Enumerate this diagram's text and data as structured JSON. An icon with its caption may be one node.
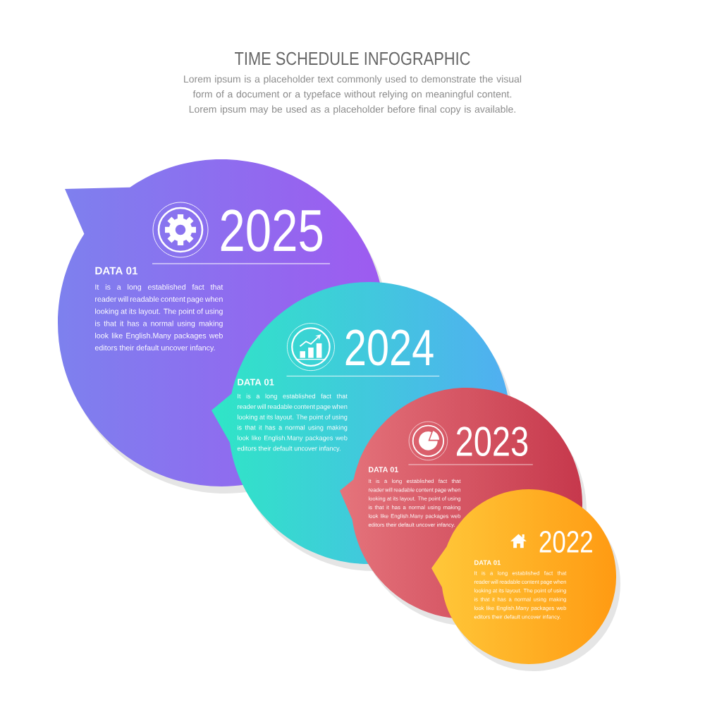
{
  "diagram": {
    "title": "TIME SCHEDULE INFOGRAPHIC",
    "nodes": [
      {
        "text": [
          "2025",
          "DATA 01",
          "It is a long established fact that reader will readable content page when looking at its layout. The point of using is that it has a normal using making look like English.Many packages web editors their default uncover infancy."
        ]
      },
      {
        "text": [
          "2024",
          "DATA 01",
          "It is a long established fact that reader will readable content page when looking at its layout. The point of using is that it has a normal using making look like English.Many packages web editors their default uncover infancy."
        ]
      },
      {
        "text": [
          "2023",
          "DATA 01",
          "It is a long established fact that reader will readable content page when looking at its layout. The point of using is that it has a normal using making look like English.Many packages web editors their default uncover infancy."
        ]
      },
      {
        "text": [
          "2022",
          "DATA 01",
          "It is a long established fact that reader will readable content page when looking at its layout. The point of using is that it has a normal using making look like English.Many packages web editors their default uncover infancy."
        ]
      }
    ],
    "labels": [
      "Lorem ipsum is a placeholder text commonly used to demonstrate the visual form of a document or a typeface without relying on meaningful content. Lorem ipsum may be used as a placeholder before final copy is available."
    ]
  }
}
